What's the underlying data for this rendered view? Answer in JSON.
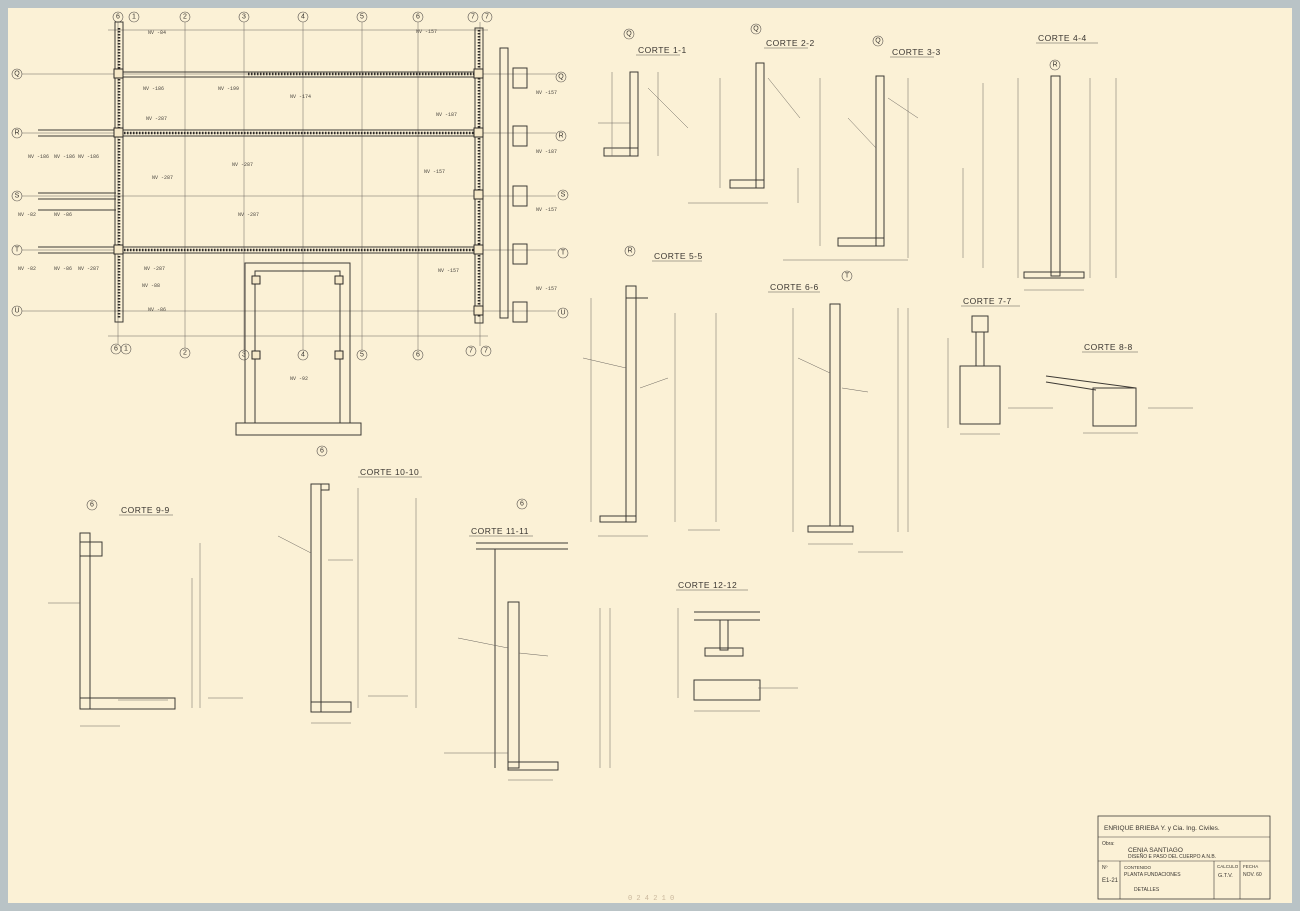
{
  "sections": [
    {
      "id": "corte-1-1",
      "title": "CORTE 1-1",
      "axis": "Q"
    },
    {
      "id": "corte-2-2",
      "title": "CORTE 2-2",
      "axis": "Q"
    },
    {
      "id": "corte-3-3",
      "title": "CORTE 3-3",
      "axis": "Q"
    },
    {
      "id": "corte-4-4",
      "title": "CORTE 4-4",
      "axis": "R"
    },
    {
      "id": "corte-5-5",
      "title": "CORTE 5-5",
      "axis": "R"
    },
    {
      "id": "corte-6-6",
      "title": "CORTE 6-6",
      "axis": "T"
    },
    {
      "id": "corte-7-7",
      "title": "CORTE 7-7",
      "axis": ""
    },
    {
      "id": "corte-8-8",
      "title": "CORTE 8-8",
      "axis": ""
    },
    {
      "id": "corte-9-9",
      "title": "CORTE 9-9",
      "axis": "6"
    },
    {
      "id": "corte-10-10",
      "title": "CORTE 10-10",
      "axis": "6"
    },
    {
      "id": "corte-11-11",
      "title": "CORTE 11-11",
      "axis": "6"
    },
    {
      "id": "corte-12-12",
      "title": "CORTE 12-12",
      "axis": ""
    }
  ],
  "plan": {
    "column_axes": [
      "6",
      "1",
      "2",
      "3",
      "4",
      "5",
      "6",
      "7",
      "7"
    ],
    "row_axes": [
      "Q",
      "R",
      "S",
      "T",
      "U"
    ],
    "right_row_axes": [
      "Q",
      "R",
      "S",
      "T",
      "U"
    ]
  },
  "title_block": {
    "firm": "ENRIQUE BRIEBA Y. y Cia. Ing. Civiles.",
    "obra_label": "Obra:",
    "obra_line1": "CENIA SANTIAGO",
    "obra_line2": "DISEÑO E PASO DEL CUERPO A.N.B.",
    "no_label": "Nº",
    "sheet_no": "E1-21",
    "contenido_label": "CONTENIDO",
    "contenido_line1": "PLANTA FUNDACIONES",
    "contenido_line2": "DETALLES",
    "calculo_label": "CALCULO",
    "calculo_value": "G.T.V.",
    "fecha_label": "FECHA",
    "fecha_value": "NOV. 60"
  },
  "stamp": "0 2 4 2 1 0"
}
